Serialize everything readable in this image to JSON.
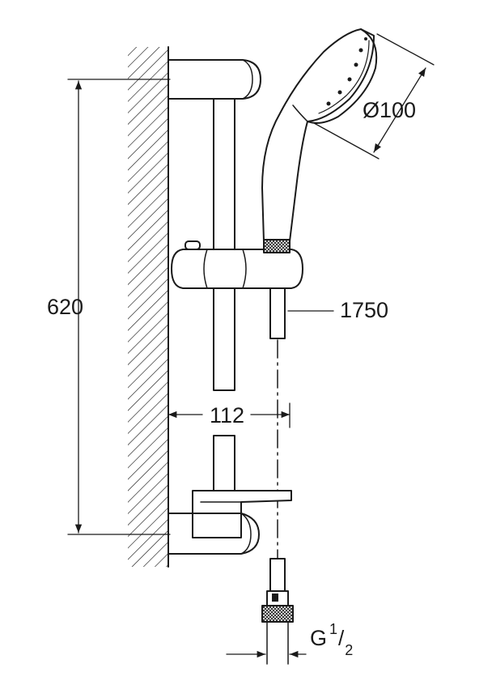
{
  "dimensions": {
    "height": "620",
    "depth": "112",
    "hose_length": "1750",
    "head_diameter": "Ø100",
    "connection": {
      "letter": "G",
      "numerator": "1",
      "denominator": "2"
    }
  },
  "colors": {
    "line": "#1a1a1a",
    "background": "#ffffff"
  }
}
